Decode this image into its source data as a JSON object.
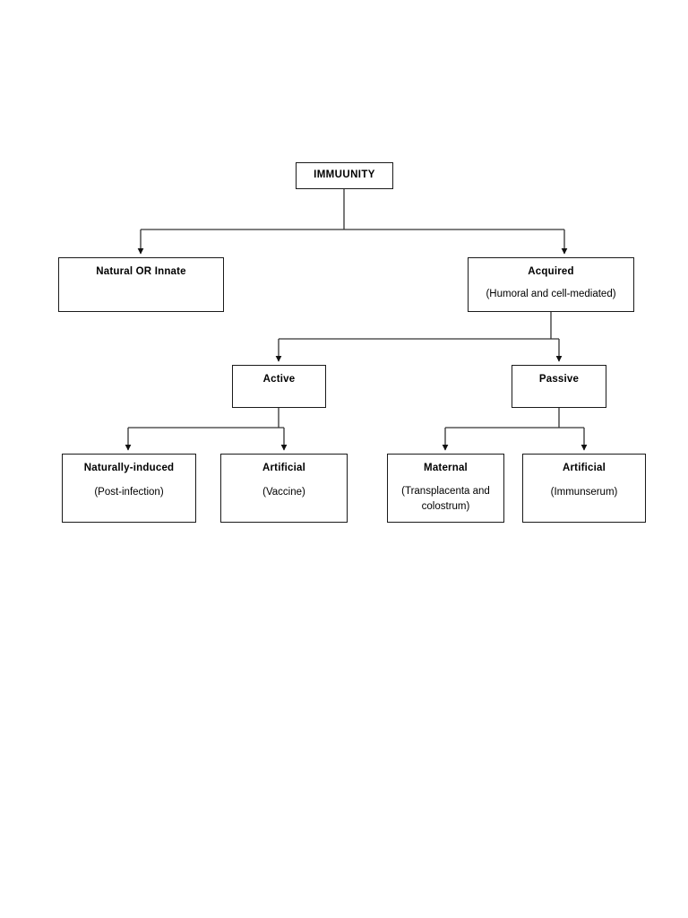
{
  "diagram": {
    "type": "flowchart",
    "orientation": "top-down",
    "title": "Immunity classification tree",
    "line_color": "#1a1a1a",
    "box_border_color": "#1a1a1a",
    "background_color": "#ffffff",
    "text_color": "#000000"
  },
  "nodes": {
    "root": {
      "title": "IMMUUNITY",
      "subtitle": ""
    },
    "innate": {
      "title": "Natural OR Innate",
      "subtitle": ""
    },
    "acquired": {
      "title": "Acquired",
      "subtitle": "(Humoral and cell-mediated)"
    },
    "active": {
      "title": "Active",
      "subtitle": ""
    },
    "passive": {
      "title": "Passive",
      "subtitle": ""
    },
    "naturally_induced": {
      "title": "Naturally-induced",
      "subtitle": "(Post-infection)"
    },
    "artificial_active": {
      "title": "Artificial",
      "subtitle": "(Vaccine)"
    },
    "maternal": {
      "title": "Maternal",
      "subtitle": "(Transplacenta and colostrum)"
    },
    "artificial_passive": {
      "title": "Artificial",
      "subtitle": "(Immunserum)"
    }
  },
  "edges": [
    {
      "from": "root",
      "to": "innate"
    },
    {
      "from": "root",
      "to": "acquired"
    },
    {
      "from": "acquired",
      "to": "active"
    },
    {
      "from": "acquired",
      "to": "passive"
    },
    {
      "from": "active",
      "to": "naturally_induced"
    },
    {
      "from": "active",
      "to": "artificial_active"
    },
    {
      "from": "passive",
      "to": "maternal"
    },
    {
      "from": "passive",
      "to": "artificial_passive"
    }
  ]
}
